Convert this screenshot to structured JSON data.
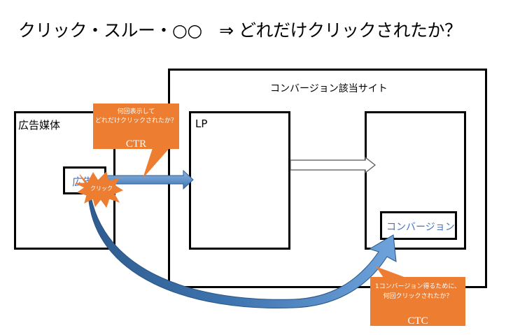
{
  "title": "クリック・スルー・○○　⇒ どれだけクリックされたか？",
  "media": {
    "label": "広告媒体",
    "ad_label": "広告"
  },
  "site": {
    "label": "コンバージョン該当サイト",
    "lp_label": "LP",
    "conversion_label": "コンバージョン"
  },
  "burst": {
    "label": "クリック"
  },
  "ctr_callout": {
    "line1": "何回表示して",
    "line2": "どれだけクリックされたか？",
    "metric": "CTR"
  },
  "ctc_callout": {
    "line1": "1コンバージョン得るために、",
    "line2": "何回クリックされたか？",
    "metric": "CTC"
  },
  "colors": {
    "orange": "#ED7D31",
    "blue_dark": "#2F5C8F",
    "blue_light": "#6FA3DC",
    "ad_text_blue": "#4472C4",
    "border": "#000000"
  }
}
